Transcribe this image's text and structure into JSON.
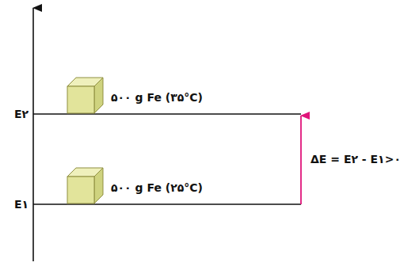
{
  "diagram": {
    "labels": [
      "E۲",
      "۵۰۰ g Fe (۳۵°C)",
      "E۱",
      "۵۰۰ g Fe (۲۵°C)",
      "ΔE = E۲ - E۱>۰"
    ]
  }
}
